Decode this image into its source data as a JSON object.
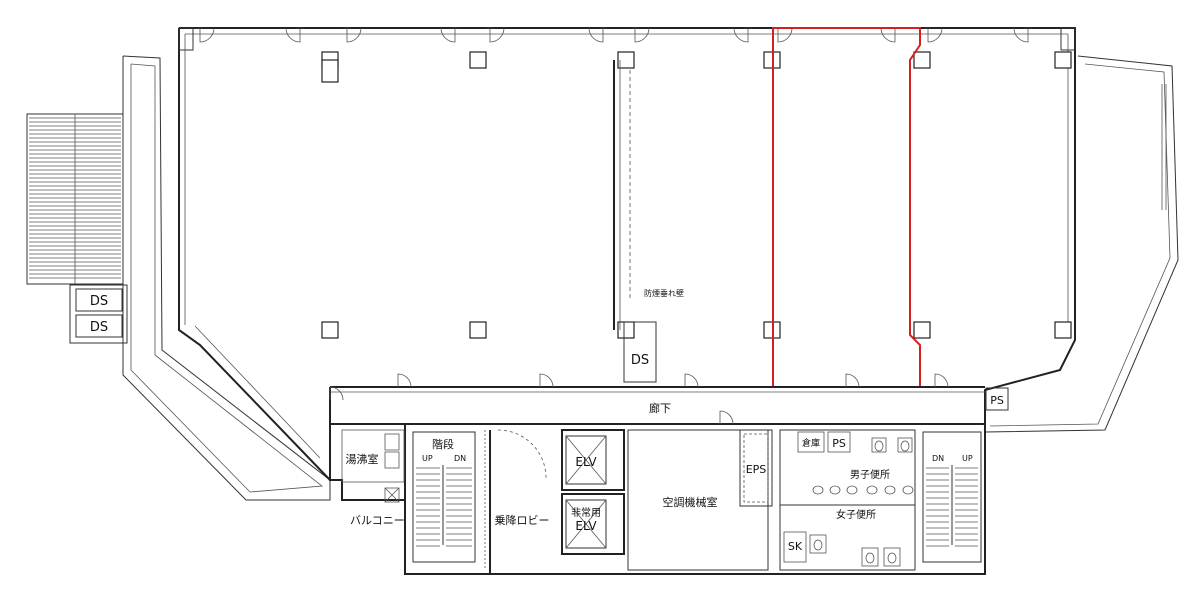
{
  "labels": {
    "ds1": "DS",
    "ds2": "DS",
    "ds3": "DS",
    "ps1": "PS",
    "ps2": "PS",
    "corridor": "廊下",
    "kettle": "湯沸室",
    "stairs": "階段",
    "up1": "UP",
    "dn1": "DN",
    "dn2": "DN",
    "up2": "UP",
    "elv": "ELV",
    "emergency": "非常用",
    "elv2": "ELV",
    "eps": "EPS",
    "storage": "倉庫",
    "mens": "男子便所",
    "womens": "女子便所",
    "machine": "空調機械室",
    "lobby": "乗降ロビー",
    "balcony": "バルコニー",
    "sk": "SK",
    "smokewall": "防煙垂れ壁"
  },
  "colors": {
    "wall": "#222222",
    "highlight": "#d81e1e",
    "background": "#ffffff"
  }
}
